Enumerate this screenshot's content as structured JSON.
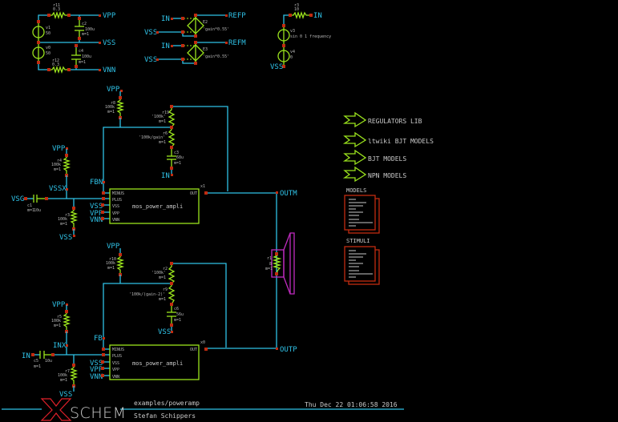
{
  "title_block": {
    "logo_x": "X",
    "logo_rest": "SCHEM",
    "path": "examples/poweramp",
    "author": "Stefan Schippers",
    "date": "Thu Dec 22 01:06:58 2016"
  },
  "supply": {
    "nets": [
      "VPP",
      "VSS",
      "VNN"
    ],
    "v1": {
      "name": "v1",
      "value": "50"
    },
    "v2": {
      "name": "v0",
      "value": "50"
    },
    "r_top": {
      "name": "r11",
      "value": "0.3"
    },
    "r_bot": {
      "name": "r12",
      "value": "0.3"
    },
    "c_top": {
      "name": "c2",
      "value": "100u",
      "m": "m=1"
    },
    "c_bot": {
      "name": "c4",
      "value": "100u",
      "m": "m=1"
    }
  },
  "references": {
    "in_label": "IN",
    "vss_label": "VSS",
    "refp": "REFP",
    "refm": "REFM",
    "e1": {
      "name": "E2",
      "gain": "'gain*0.55'"
    },
    "e2": {
      "name": "E3",
      "gain": "'gain*0.55'"
    }
  },
  "input_source": {
    "r": {
      "name": "r3",
      "value": "10"
    },
    "in_label": "IN",
    "vss_label": "VSS",
    "v3": {
      "name": "v3",
      "value": "sin 0 1 frequency"
    },
    "v4": {
      "name": "v4",
      "value": "0"
    }
  },
  "upper_stage": {
    "vpp": "VPP",
    "vssx": "VSSX",
    "vsg": "VSG",
    "fbn": "FBN",
    "in": "IN",
    "vss": "VSS",
    "r_bias": {
      "name": "r8",
      "value": "100k",
      "m": "m=1"
    },
    "r_fb1": {
      "name": "r19",
      "value": "'100k'",
      "m": "m=1"
    },
    "r_fb2": {
      "name": "r6",
      "value": "'100k/gain'",
      "m": "m=1"
    },
    "c_fb": {
      "name": "c3",
      "value": "68u",
      "m": "m=1"
    },
    "r_div_top": {
      "name": "r4",
      "value": "100k",
      "m": "m=1"
    },
    "r_div_bot": {
      "name": "r3",
      "value": "100k",
      "m": "m=1"
    },
    "c_in": {
      "name": "c1",
      "value": "10u",
      "m": "m=1"
    },
    "block": {
      "instance": "x1",
      "cell": "mos_power_ampli",
      "pins_left": [
        "MINUS",
        "PLUS",
        "VSS",
        "VPP",
        "VNN"
      ],
      "pin_labels_outside": [
        "VSS",
        "VPP",
        "VNN"
      ],
      "pin_right": "OUT"
    }
  },
  "lower_stage": {
    "vpp": "VPP",
    "inx": "INX",
    "in": "IN",
    "fb": "FB",
    "vss": "VSS",
    "r_bias": {
      "name": "r10",
      "value": "100k",
      "m": "m=1"
    },
    "r_fb1": {
      "name": "r2",
      "value": "'100k'",
      "m": "m=1"
    },
    "r_fb2": {
      "name": "r9",
      "value": "'100k/(gain-2)'",
      "m": "m=1"
    },
    "c_fb": {
      "name": "c6",
      "value": "56u",
      "m": "m=1"
    },
    "r_div_top": {
      "name": "r5",
      "value": "100k",
      "m": "m=1"
    },
    "r_div_bot": {
      "name": "r7",
      "value": "100k",
      "m": "m=1"
    },
    "c_in": {
      "name": "c5",
      "value": "10u",
      "m": "m=1"
    },
    "block": {
      "instance": "x0",
      "cell": "mos_power_ampli",
      "pins_left": [
        "MINUS",
        "PLUS",
        "VSS",
        "VPP",
        "VNN"
      ],
      "pin_labels_outside": [
        "VSS",
        "VPP",
        "VNN"
      ],
      "pin_right": "OUT"
    }
  },
  "outputs": {
    "outm": "OUTM",
    "outp": "OUTP",
    "speaker": {
      "name": "r1",
      "value": "8",
      "m": "m=1"
    }
  },
  "libraries": [
    {
      "label": "REGULATORS LIB"
    },
    {
      "label": "ltwiki BJT MODELS"
    },
    {
      "label": "BJT MODELS"
    },
    {
      "label": "NPN MODELS"
    }
  ],
  "code_blocks": [
    {
      "label": "MODELS"
    },
    {
      "label": "STIMULI"
    }
  ]
}
